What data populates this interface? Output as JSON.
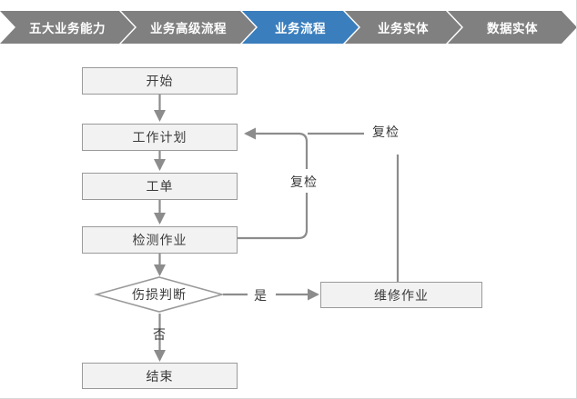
{
  "breadcrumb": {
    "items": [
      {
        "label": "五大业务能力",
        "active": false
      },
      {
        "label": "业务高级流程",
        "active": false
      },
      {
        "label": "业务流程",
        "active": true
      },
      {
        "label": "业务实体",
        "active": false
      },
      {
        "label": "数据实体",
        "active": false
      }
    ],
    "active_color": "#3a7ebd",
    "inactive_color": "#808080",
    "text_color": "#ffffff"
  },
  "flowchart": {
    "type": "flowchart",
    "node_fill": "#f2f2f2",
    "node_border": "#9a9a9a",
    "connector_color": "#8c8c8c",
    "text_color": "#3a3a3a",
    "nodes": [
      {
        "id": "start",
        "label": "开始",
        "shape": "rect"
      },
      {
        "id": "plan",
        "label": "工作计划",
        "shape": "rect"
      },
      {
        "id": "workorder",
        "label": "工单",
        "shape": "rect"
      },
      {
        "id": "inspect",
        "label": "检测作业",
        "shape": "rect"
      },
      {
        "id": "decision",
        "label": "伤损判断",
        "shape": "diamond"
      },
      {
        "id": "repair",
        "label": "维修作业",
        "shape": "rect"
      },
      {
        "id": "end",
        "label": "结束",
        "shape": "rect"
      }
    ],
    "edges": [
      {
        "from": "start",
        "to": "plan",
        "label": ""
      },
      {
        "from": "plan",
        "to": "workorder",
        "label": ""
      },
      {
        "from": "workorder",
        "to": "inspect",
        "label": ""
      },
      {
        "from": "inspect",
        "to": "decision",
        "label": ""
      },
      {
        "from": "decision",
        "to": "repair",
        "label": "是"
      },
      {
        "from": "decision",
        "to": "end",
        "label": "否"
      },
      {
        "from": "inspect",
        "to": "plan",
        "label": "复检"
      },
      {
        "from": "repair",
        "to": "plan",
        "label": "复检"
      }
    ],
    "labels": {
      "yes": "是",
      "no": "否",
      "recheck_inner": "复检",
      "recheck_outer": "复检"
    }
  }
}
